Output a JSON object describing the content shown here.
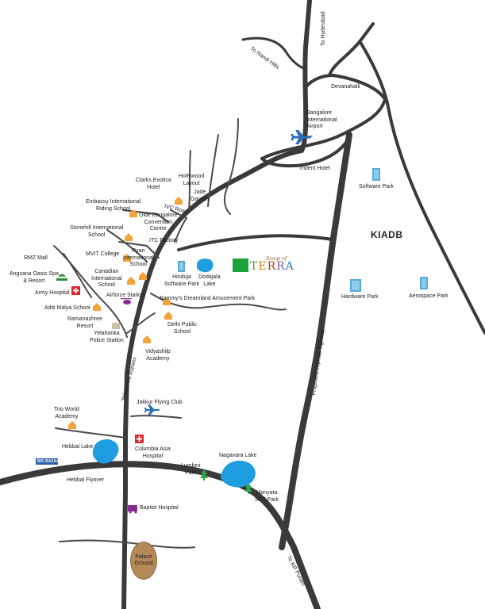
{
  "labels": {
    "to_hyderabad": "To Hyderabad",
    "to_nandi_hills": "To Nandi Hills",
    "devanahalli": "Devanahalli",
    "bangalore_airport": "Bangalore\nInternational\nAirport",
    "trident_hotel": "Trident Hotel",
    "software_park": "Software Park",
    "kiadb": "KIADB",
    "hardware_park": "Hardware Park",
    "aerospace_park": "Aerospace Park",
    "clarks_exotica": "Clarks Exotica\nHotel",
    "hollywood_layout": "Hollywood\nLayout",
    "jade_garden": "Jade\nGarden",
    "embassy_riding": "Embassy International\nRiding School",
    "ivc_road": "IVC Road",
    "olde_bangalore": "Olde Bangalore\nConvention\nCentre",
    "stonehill": "Stonehill International\nSchool",
    "itc_factory": "ITC Factory",
    "rmz_mall": "RMZ Mall",
    "mvit_college": "MVIT College",
    "ryan_school": "Ryan\nInternational\nSchool",
    "hinduja": "Hinduja\nSoftware Park",
    "dodajala": "Dodajala\nLake",
    "angsana": "Angsana Oasis Spa\n& Resort",
    "canadian_school": "Canadian\nInternational\nSchool",
    "army_hospital": "Army Hospital",
    "airforce_station": "Airforce Station",
    "sammys": "Sammy's Dreamland Amusement Park",
    "aditi_malya": "Aditi Malya School",
    "ramanashree": "Ramanashree\nResort",
    "delhi_public": "Delhi Public\nSchool",
    "yelahanka_police": "Yelahanka\nPolice Station",
    "vidyashilp": "Vidyashilp\nAcademy",
    "yelahanka_bypass": "Yelahanka Bypass",
    "proposed_highway": "Proposed express highway",
    "jakkur": "Jakkur Flying Club",
    "trio_world": "Trio World\nAcademy",
    "hebbal_lake": "Hebbal Lake",
    "columbia_asia": "Columbia Asia\nHospital",
    "nagavara_lake": "Nagavara Lake",
    "lumbini_park": "Lumbini\nPark",
    "manyata": "Manyata\nSEZ Park",
    "hebbal_flyover": "Hebbal Flyover",
    "baptist_hospital": "Baptist Hospital",
    "palace_ground": "Palace\nGround",
    "to_kr_puram": "To KR Puram",
    "bigbazaar": "BIG BAZAAR"
  },
  "logo": {
    "top": "Songs of",
    "letters": [
      "T",
      "E",
      "R",
      "R",
      "A"
    ]
  },
  "colors": {
    "road_major": "#3a3a3a",
    "road_minor": "#4a4a4a",
    "lake": "#1e9ee0",
    "airplane": "#2b6fb6",
    "school": "#f2a33a",
    "hospital": "#e0262a",
    "highlight_box": "#1aa33a",
    "palace": "#b5895a"
  }
}
